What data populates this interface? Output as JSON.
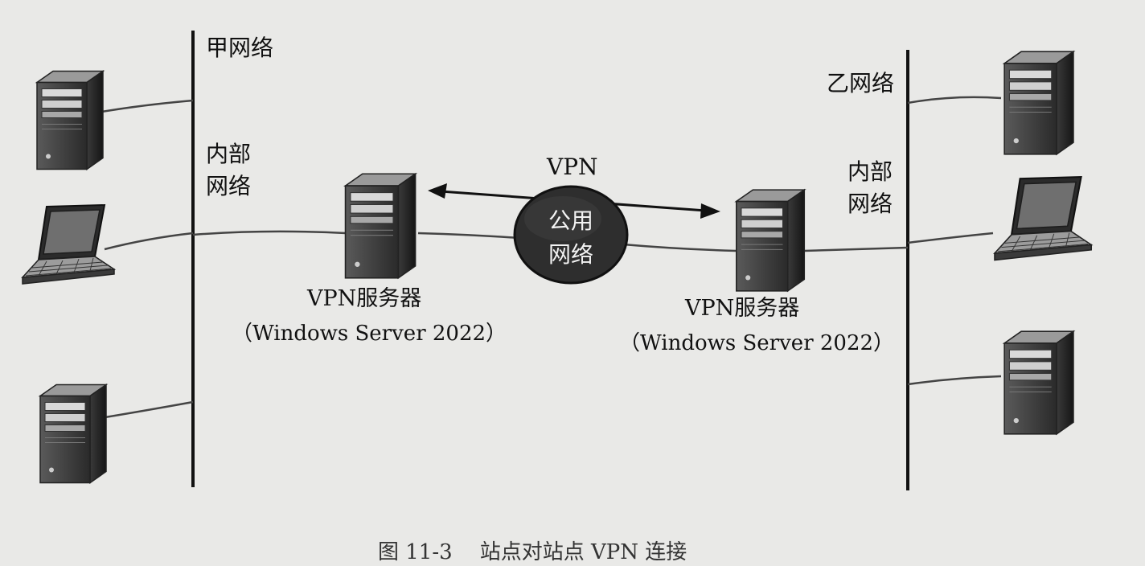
{
  "network_a": {
    "name": "甲网络",
    "inner_line1": "内部",
    "inner_line2": "网络"
  },
  "network_b": {
    "name": "乙网络",
    "inner_line1": "内部",
    "inner_line2": "网络"
  },
  "vpn_label": "VPN",
  "cloud": {
    "line1": "公用",
    "line2": "网络"
  },
  "server_left": {
    "title": "VPN服务器",
    "subtitle": "（Windows Server 2022）"
  },
  "server_right": {
    "title": "VPN服务器",
    "subtitle": "（Windows Server 2022）"
  },
  "caption": {
    "number": "图 11-3",
    "text": "站点对站点 VPN 连接"
  },
  "icons": [
    "tower-server-icon",
    "laptop-icon",
    "public-network-cloud-icon",
    "double-arrow-icon"
  ]
}
